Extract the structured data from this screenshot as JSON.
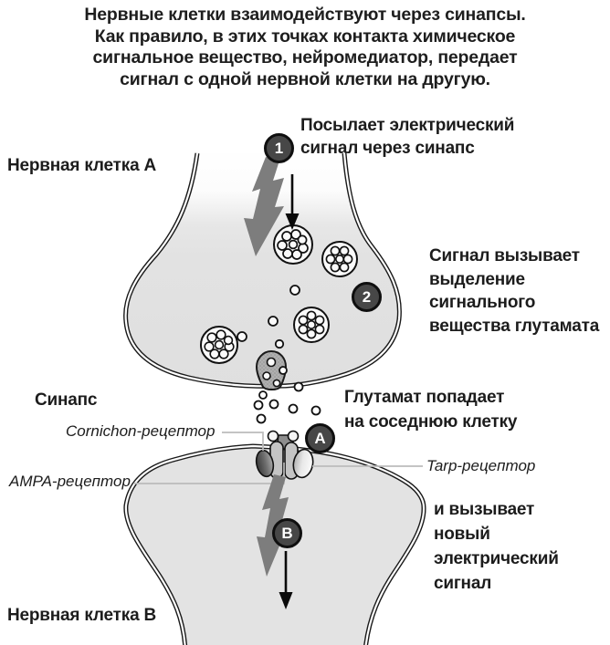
{
  "title": {
    "lines": [
      "Нервные клетки взаимодействуют через синапсы.",
      "Как правило, в этих точках контакта химическое",
      "сигнальное вещество, нейромедиатор, передает",
      "сигнал с одной нервной клетки на другую."
    ]
  },
  "diagram": {
    "cell_a_label": "Нервная клетка А",
    "cell_b_label": "Нервная клетка В",
    "synapse_label": "Синапс",
    "receptor_labels": {
      "cornichon": "Cornichon-рецептор",
      "ampa": "AMPA-рецептор",
      "tarp": "Tarp-рецептор"
    },
    "steps": [
      {
        "badge": "1",
        "lines": [
          "Посылает электрический",
          "сигнал через синапс"
        ]
      },
      {
        "badge": "2",
        "lines": [
          "Сигнал вызывает",
          "выделение",
          "сигнального",
          "вещества глутамата"
        ]
      },
      {
        "badge": "A",
        "lines": [
          "Глутамат попадает",
          "на соседнюю клетку"
        ]
      },
      {
        "badge": "B",
        "lines": [
          "и вызывает",
          "новый",
          "электрический",
          "сигнал"
        ]
      }
    ],
    "colors": {
      "badge_fill": "#474747",
      "badge_border": "#0f0f0f",
      "bolt_gray": "#7d7d7d",
      "cell_fill": "#e2e2e2",
      "membrane": "#1a1a1a",
      "leader_line": "#bcbcbc",
      "release_site": "#b0b0b0"
    }
  }
}
